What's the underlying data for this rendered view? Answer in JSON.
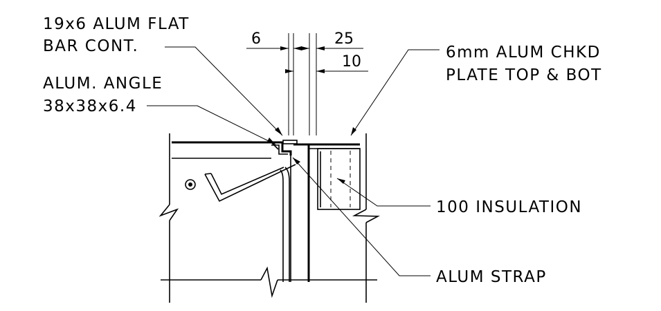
{
  "labels": {
    "flat_bar_line1": "19x6 ALUM FLAT",
    "flat_bar_line2": "BAR CONT.",
    "angle_line1": "ALUM. ANGLE",
    "angle_line2": "38x38x6.4",
    "plate_line1": "6mm ALUM CHKD",
    "plate_line2": "PLATE TOP & BOT",
    "insulation": "100 INSULATION",
    "strap": "ALUM STRAP"
  },
  "dimensions": {
    "dim_6": "6",
    "dim_25": "25",
    "dim_10": "10"
  }
}
